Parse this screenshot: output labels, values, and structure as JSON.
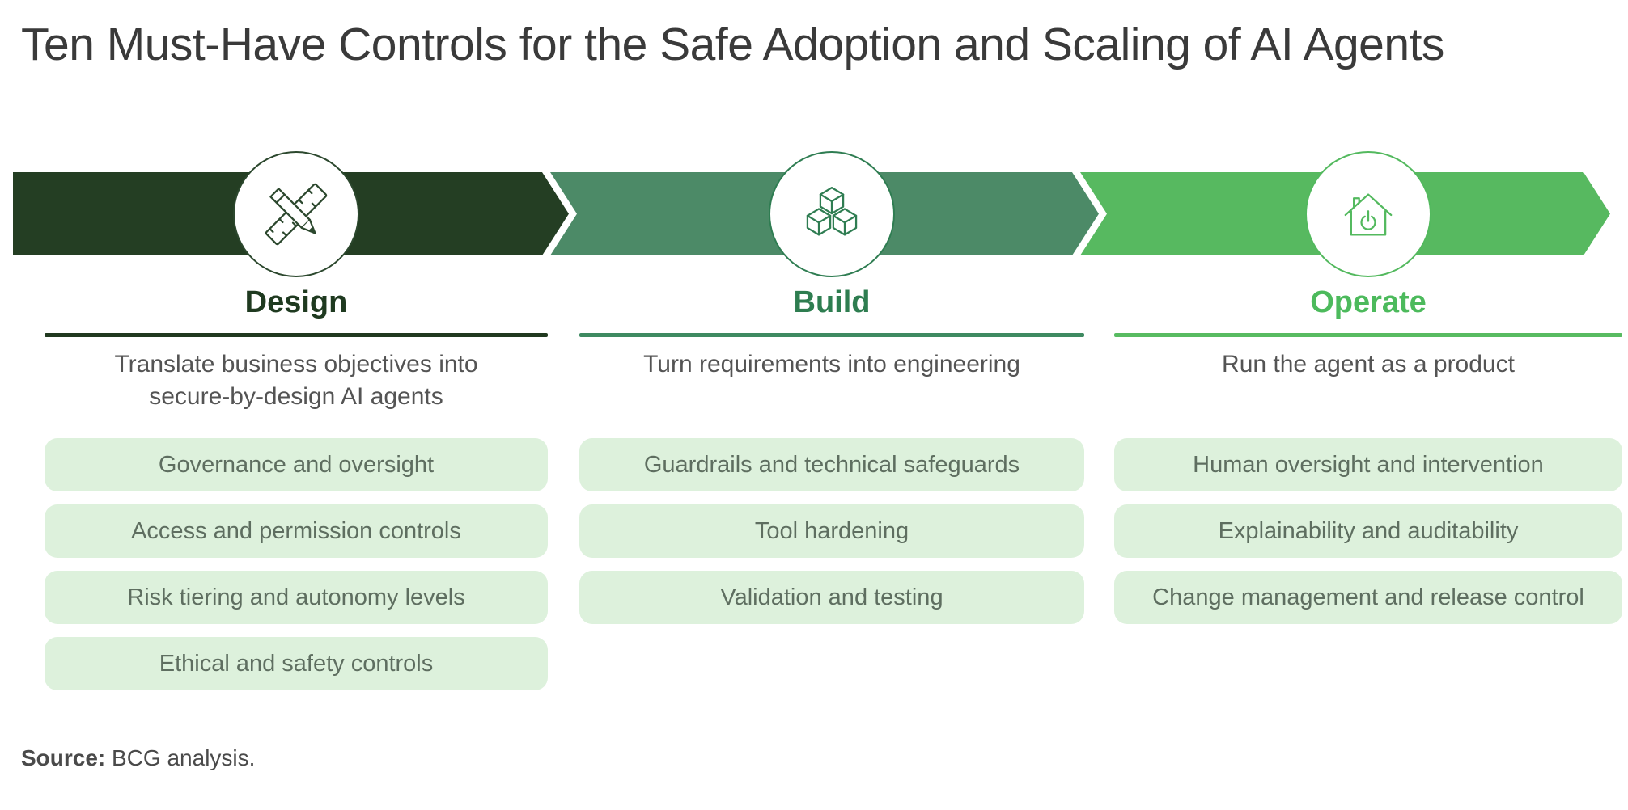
{
  "title": "Ten Must-Have Controls for the Safe Adoption and Scaling of AI Agents",
  "colors": {
    "title": "#3A3A3A",
    "subtitle": "#545454",
    "pill_bg": "#DDF1DC",
    "pill_text": "#5E6E60",
    "source": "#4A4A4A"
  },
  "phases": [
    {
      "name": "Design",
      "subtitle": "Translate business objectives into secure-by-design AI agents",
      "icon": "pencil-and-ruler-icon",
      "colors": {
        "band": "#243E23",
        "heading": "#1F3A20",
        "underline": "#21391F",
        "icon": "#2C482E"
      },
      "items": [
        "Governance and oversight",
        "Access and permission controls",
        "Risk tiering and autonomy levels",
        "Ethical and safety controls"
      ]
    },
    {
      "name": "Build",
      "subtitle": "Turn requirements into engineering",
      "icon": "cubes-icon",
      "colors": {
        "band": "#4C8A67",
        "heading": "#2E7D50",
        "underline": "#3E8A61",
        "icon": "#2F7D52"
      },
      "items": [
        "Guardrails and technical safeguards",
        "Tool hardening",
        "Validation and testing"
      ]
    },
    {
      "name": "Operate",
      "subtitle": "Run the agent as a product",
      "icon": "house-power-icon",
      "colors": {
        "band": "#57B960",
        "heading": "#4CBA5C",
        "underline": "#58BB61",
        "icon": "#53B95E"
      },
      "items": [
        "Human oversight and intervention",
        "Explainability and auditability",
        "Change management and release control"
      ]
    }
  ],
  "source": {
    "label": "Source:",
    "text": " BCG analysis."
  }
}
